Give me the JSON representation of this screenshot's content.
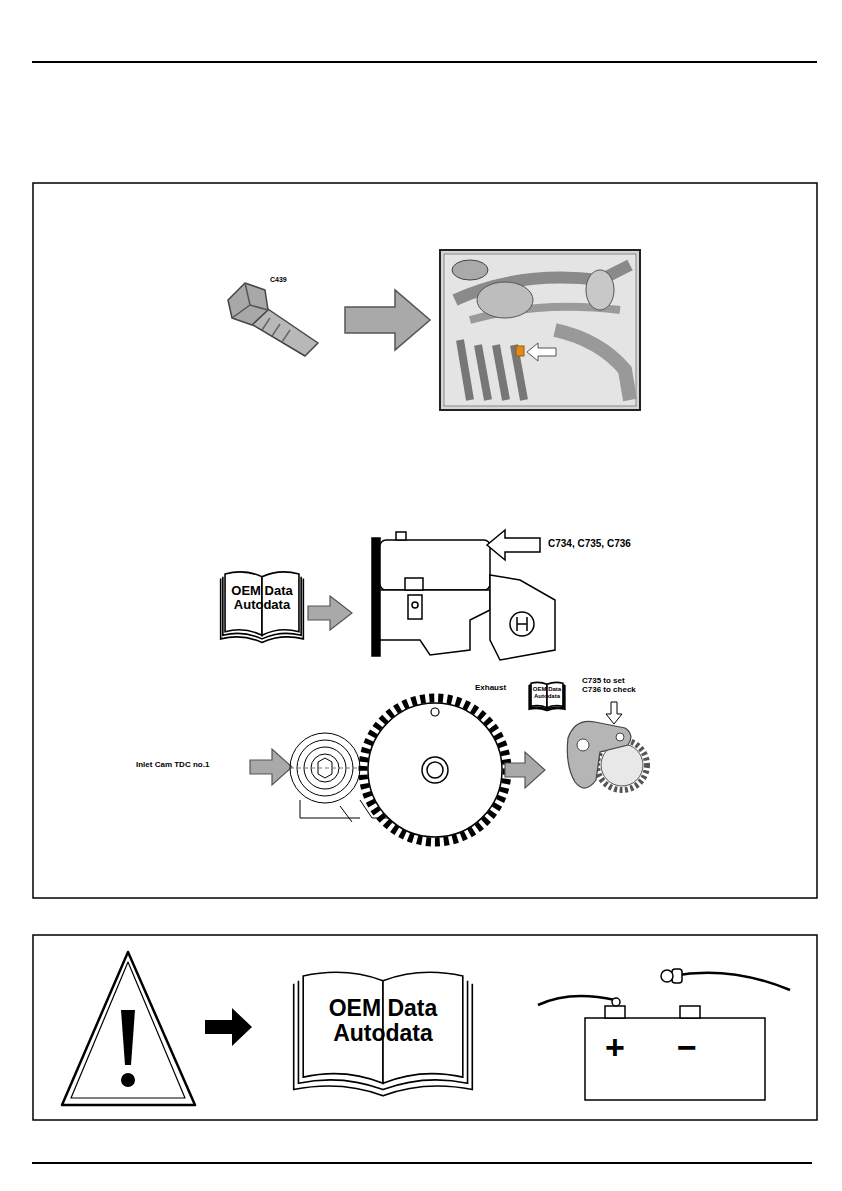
{
  "diagram": {
    "nodes": [
      {
        "text": [
          "OEM Data Autodata"
        ]
      },
      {
        "text": [
          "OEM Data Autodata"
        ]
      },
      {
        "text": [
          "OEM Data Autodata"
        ]
      }
    ],
    "labels": [
      "C439",
      "C734, C735, C736",
      "Exhaust",
      "C735 to set C736 to check",
      "Inlet Cam TDC no.1",
      "+",
      "−"
    ]
  }
}
